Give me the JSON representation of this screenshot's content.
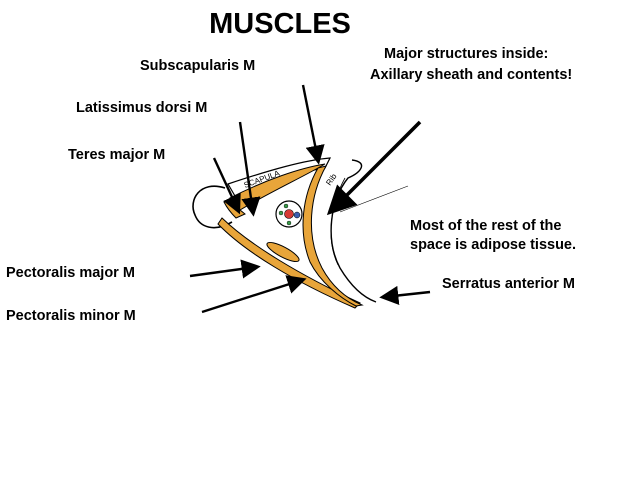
{
  "title": "MUSCLES",
  "labels": {
    "subscapularis": "Subscapularis M",
    "latissimus": "Latissimus dorsi M",
    "teres_major": "Teres major M",
    "pectoralis_major": "Pectoralis major M",
    "pectoralis_minor": "Pectoralis minor M",
    "serratus": "Serratus anterior M"
  },
  "notes": {
    "major_line1": "Major structures inside:",
    "major_line2": "Axillary sheath and contents!",
    "adipose_line1": "Most of the rest of the",
    "adipose_line2": "space is adipose tissue."
  },
  "sketch_text": {
    "scapula": "SCAPULA",
    "rib": "Rib"
  },
  "colors": {
    "muscle": "#e8a53a",
    "vessel_red": "#d63a35",
    "vessel_blue": "#3b5fb0",
    "nerve_green": "#3a9a4a",
    "ink": "#000000"
  }
}
